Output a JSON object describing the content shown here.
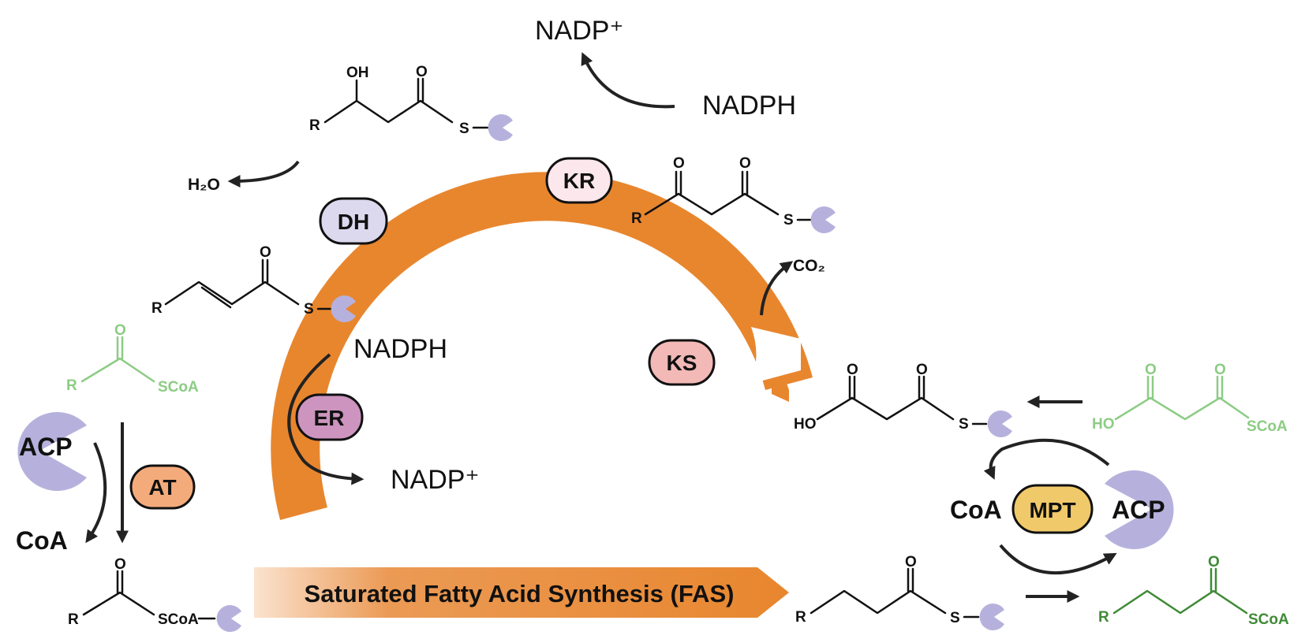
{
  "colors": {
    "ring": "#e8862e",
    "acp": "#b6b1dc",
    "green_light": "#8ccc84",
    "green_dark": "#3f8a36",
    "enzyme_KR": "#fbe7ec",
    "enzyme_DH": "#dcd9ee",
    "enzyme_ER": "#cc94be",
    "enzyme_KS": "#f2b9b6",
    "enzyme_AT": "#f4ab7c",
    "enzyme_MPT": "#f0c96a"
  },
  "banner": {
    "text": "Saturated Fatty Acid Synthesis (FAS)"
  },
  "enzymes": {
    "KR": "KR",
    "DH": "DH",
    "ER": "ER",
    "KS": "KS",
    "AT": "AT",
    "MPT": "MPT"
  },
  "cofactors": {
    "nadp_top": "NADP⁺",
    "nadph_top": "NADPH",
    "nadph_mid": "NADPH",
    "nadp_mid": "NADP⁺",
    "h2o": "H₂O",
    "co2": "CO₂",
    "coa_left": "CoA",
    "coa_right": "CoA",
    "acp_left": "ACP",
    "acp_right": "ACP"
  },
  "atoms": {
    "R": "R",
    "O": "O",
    "OH": "OH",
    "HO": "HO",
    "S": "S",
    "SCoA": "SCoA",
    "SCoA_dash": "SCoA"
  }
}
